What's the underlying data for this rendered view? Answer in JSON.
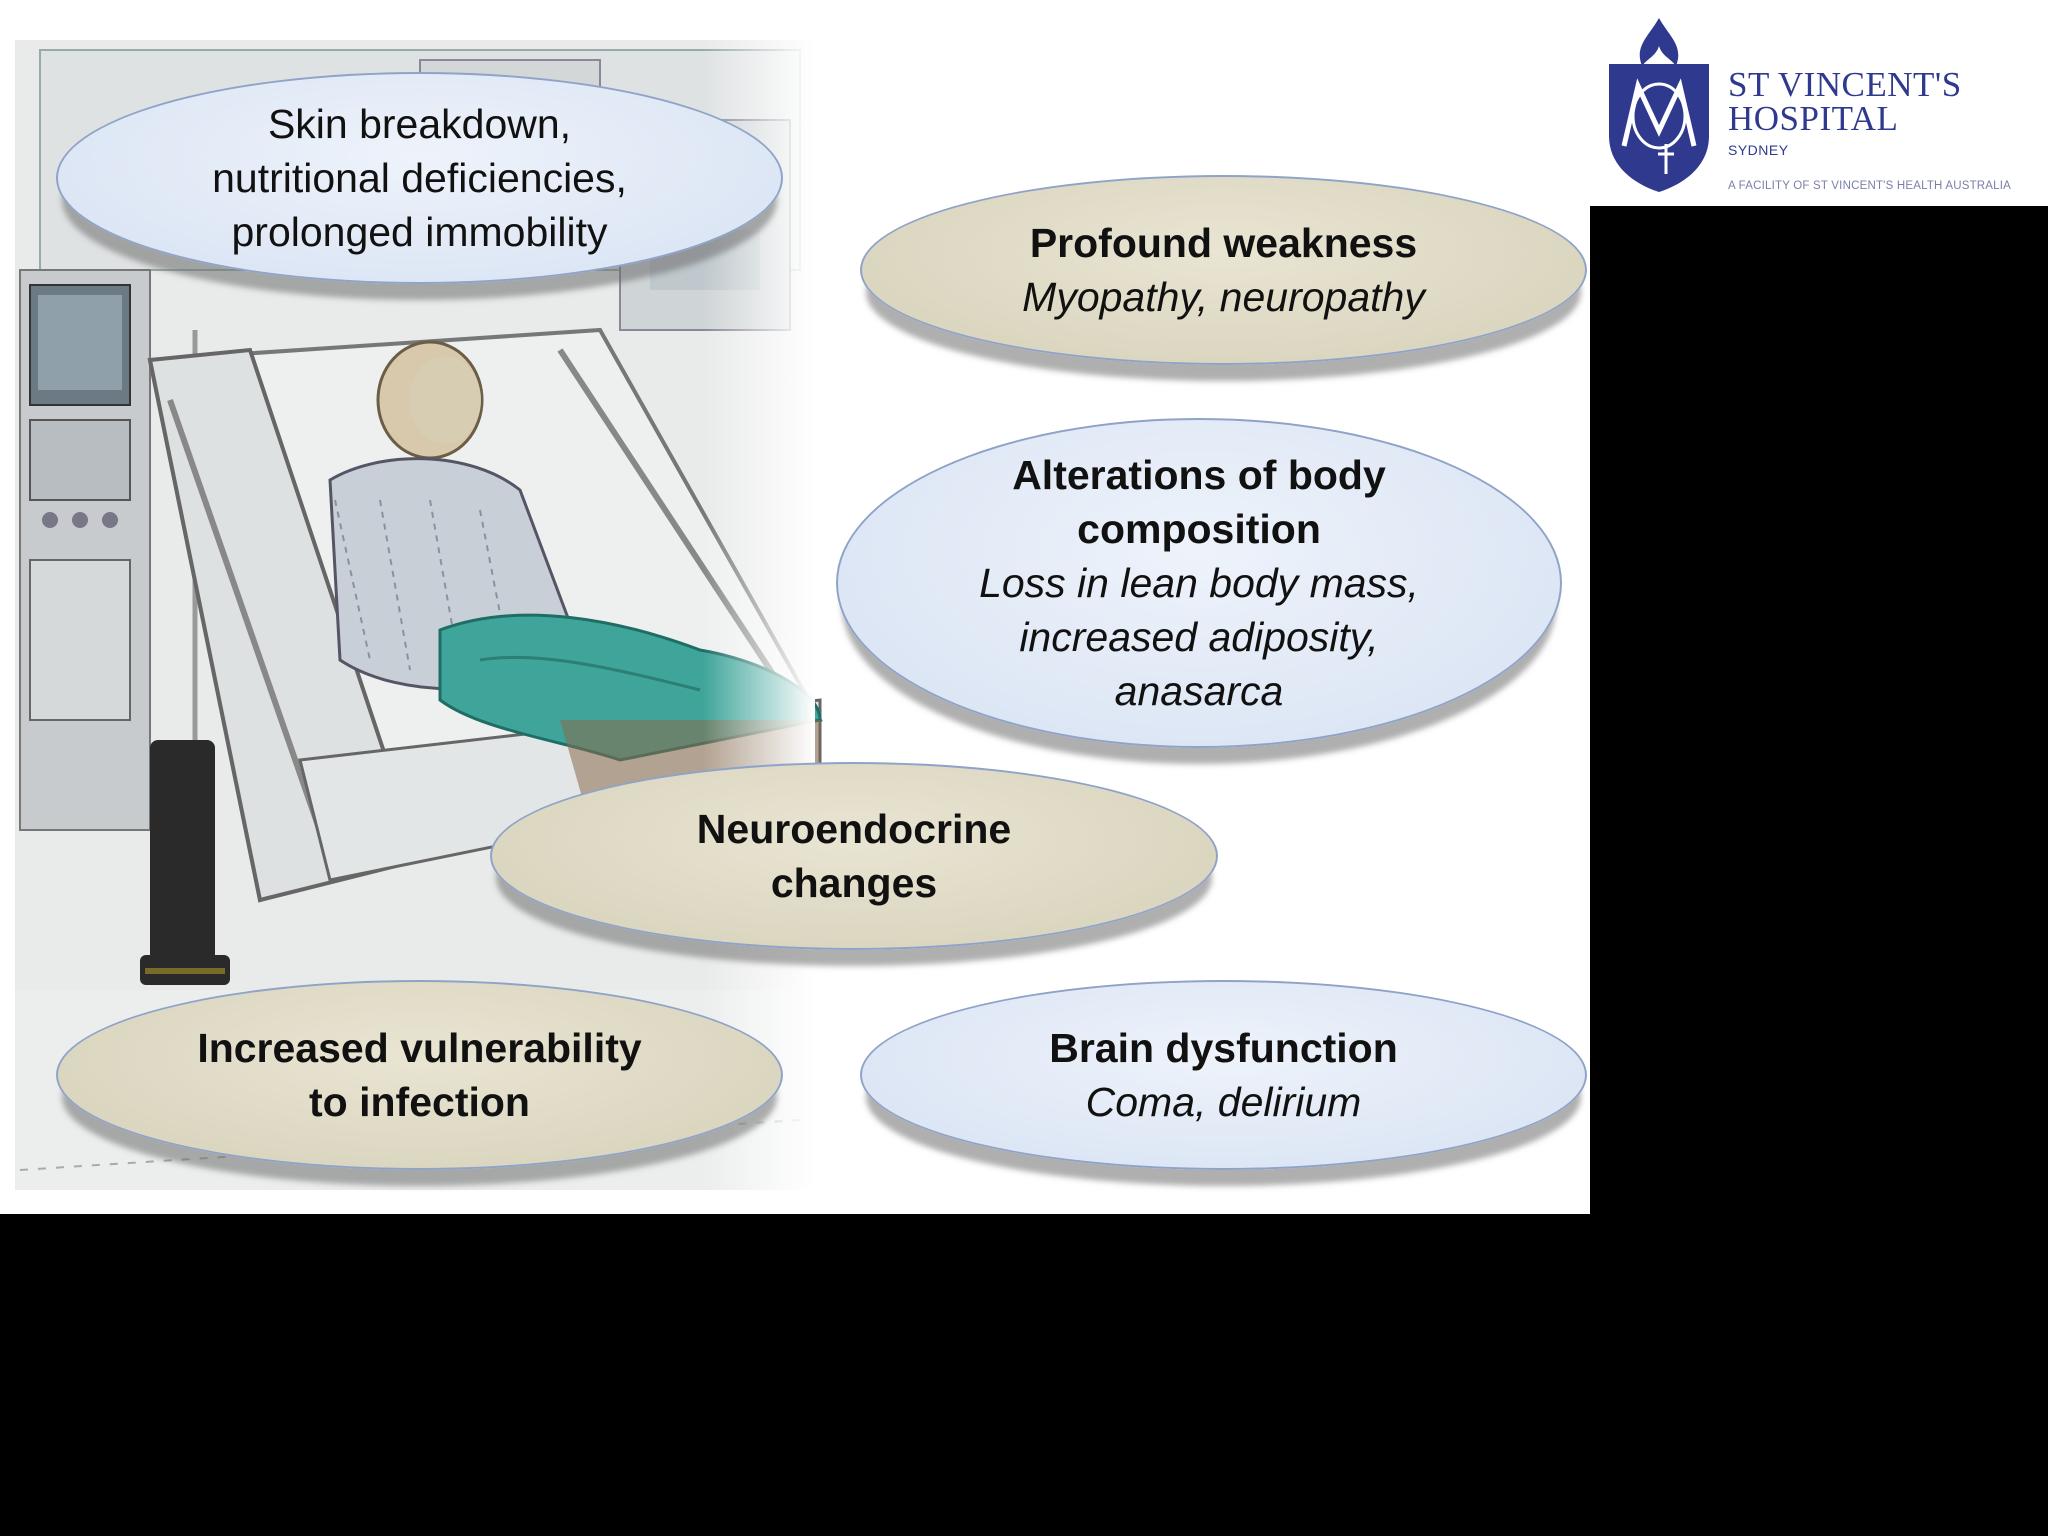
{
  "colors": {
    "ellipse_blue": "#dbe5f4",
    "ellipse_tan": "#ddd9c4",
    "ellipse_border": "#8fa3c8",
    "logo_navy": "#2f3a8f",
    "background": "#000000"
  },
  "illustration": {
    "subject": "sketch of ICU patient in hospital bed with ventilator and monitors"
  },
  "logo": {
    "name_line1": "ST VINCENT'S",
    "name_line2": "HOSPITAL",
    "subname": "SYDNEY",
    "tagline": "A FACILITY OF ST VINCENT'S HEALTH AUSTRALIA",
    "icon": "shield-flame-monogram-icon"
  },
  "boxes": {
    "skin": {
      "lines": [
        "Skin breakdown,",
        "nutritional deficiencies,",
        "prolonged immobility"
      ]
    },
    "weakness": {
      "title": "Profound weakness",
      "detail": [
        "Myopathy, neuropathy"
      ]
    },
    "body": {
      "title": [
        "Alterations of body",
        "composition"
      ],
      "detail": [
        "Loss in lean body mass,",
        "increased adiposity,",
        "anasarca"
      ]
    },
    "neuro": {
      "title": [
        "Neuroendocrine",
        "changes"
      ]
    },
    "infection": {
      "title": [
        "Increased vulnerability",
        "to infection"
      ]
    },
    "brain": {
      "title": "Brain dysfunction",
      "detail": [
        "Coma, delirium"
      ]
    }
  }
}
